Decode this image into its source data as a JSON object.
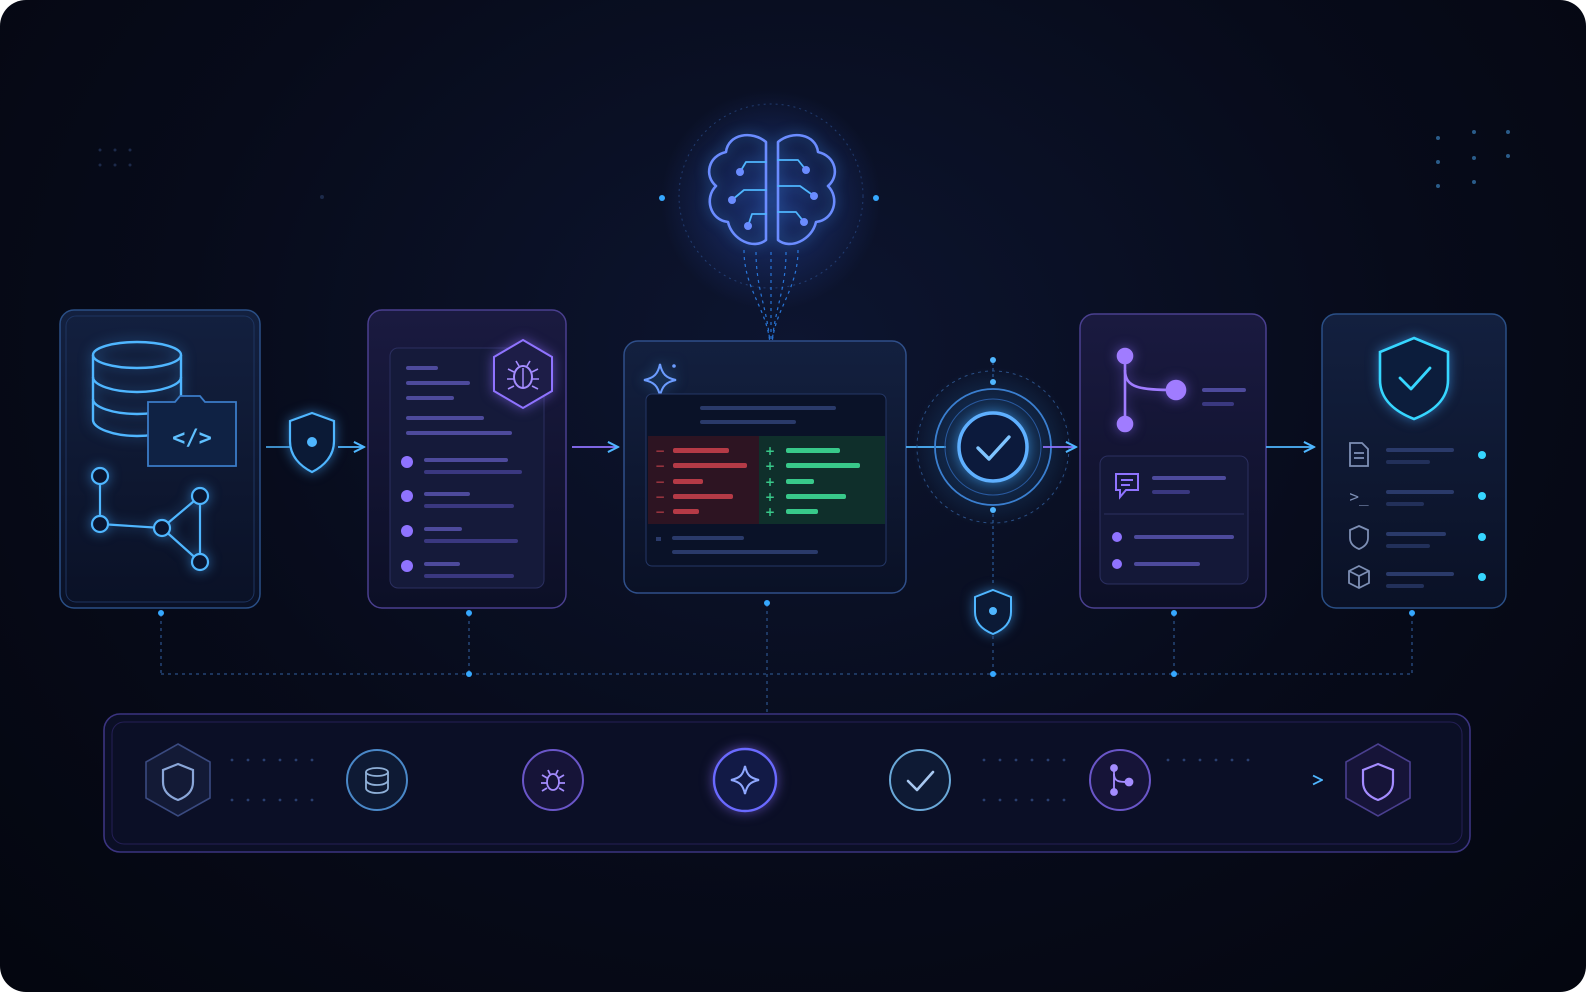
{
  "colors": {
    "background": "#05081a",
    "panel": "#0e1630",
    "blue_accent": "#4fb6ff",
    "cyan_accent": "#36d6ff",
    "purple_accent": "#8f73ff",
    "red_diff": "#d0464f",
    "green_diff": "#38c98a"
  },
  "diagram": {
    "stages": [
      {
        "name": "source-stage",
        "icons": [
          "database-icon",
          "code-icon",
          "graph-icon"
        ]
      },
      {
        "name": "scan-stage",
        "icons": [
          "bug-icon",
          "list-icon"
        ]
      },
      {
        "name": "ai-patch-stage",
        "icons": [
          "sparkle-icon",
          "diff-icon",
          "brain-icon"
        ]
      },
      {
        "name": "verify-stage",
        "icons": [
          "check-icon",
          "shield-icon"
        ]
      },
      {
        "name": "review-stage",
        "icons": [
          "branch-icon",
          "comment-icon"
        ]
      },
      {
        "name": "secure-stage",
        "icons": [
          "shield-check-icon",
          "file-icon",
          "terminal-icon",
          "shield-icon",
          "cube-icon"
        ]
      }
    ],
    "diff": {
      "removed_marker": "−",
      "added_marker": "+"
    },
    "code_symbol": "</>",
    "terminal_symbol": ">_",
    "pipeline_icons": [
      "shield-icon",
      "database-icon",
      "bug-icon",
      "sparkle-icon",
      "check-icon",
      "branch-icon",
      "shield-icon"
    ]
  }
}
